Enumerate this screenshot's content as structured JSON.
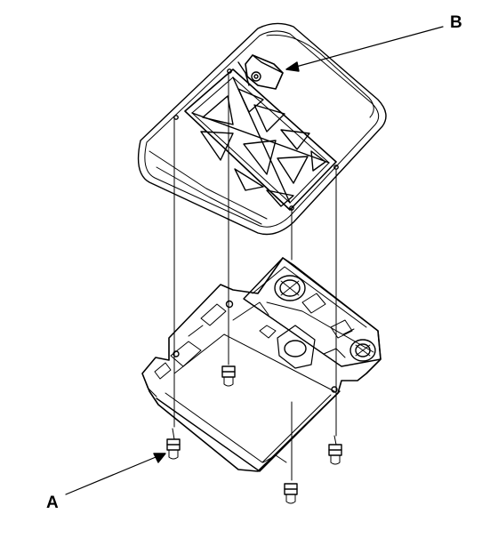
{
  "diagram": {
    "callouts": {
      "a": "A",
      "b": "B"
    },
    "parts": [
      "upper-cover",
      "lower-housing",
      "bolt",
      "clip"
    ],
    "colors": {
      "line": "#000000",
      "background": "#ffffff"
    }
  }
}
